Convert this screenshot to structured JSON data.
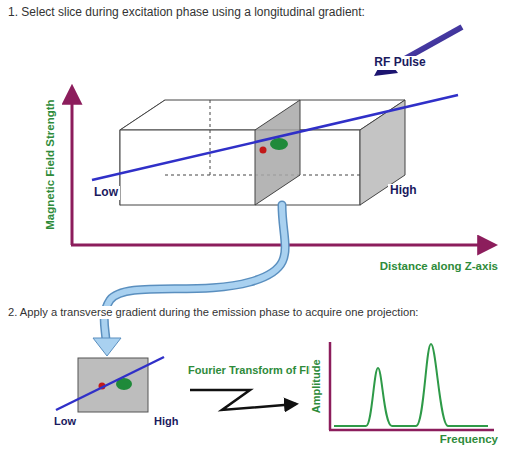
{
  "diagram": {
    "labels": [
      "1. Select slice during excitation phase using a longitudinal gradient:",
      "RF Pulse",
      "Magnetic Field Strength",
      "Low",
      "High",
      "Distance along Z-axis",
      "2. Apply a transverse gradient during the emission phase to acquire one projection:",
      "Low",
      "High",
      "Fourier Transform of FID",
      "Amplitude",
      "Frequency"
    ]
  }
}
